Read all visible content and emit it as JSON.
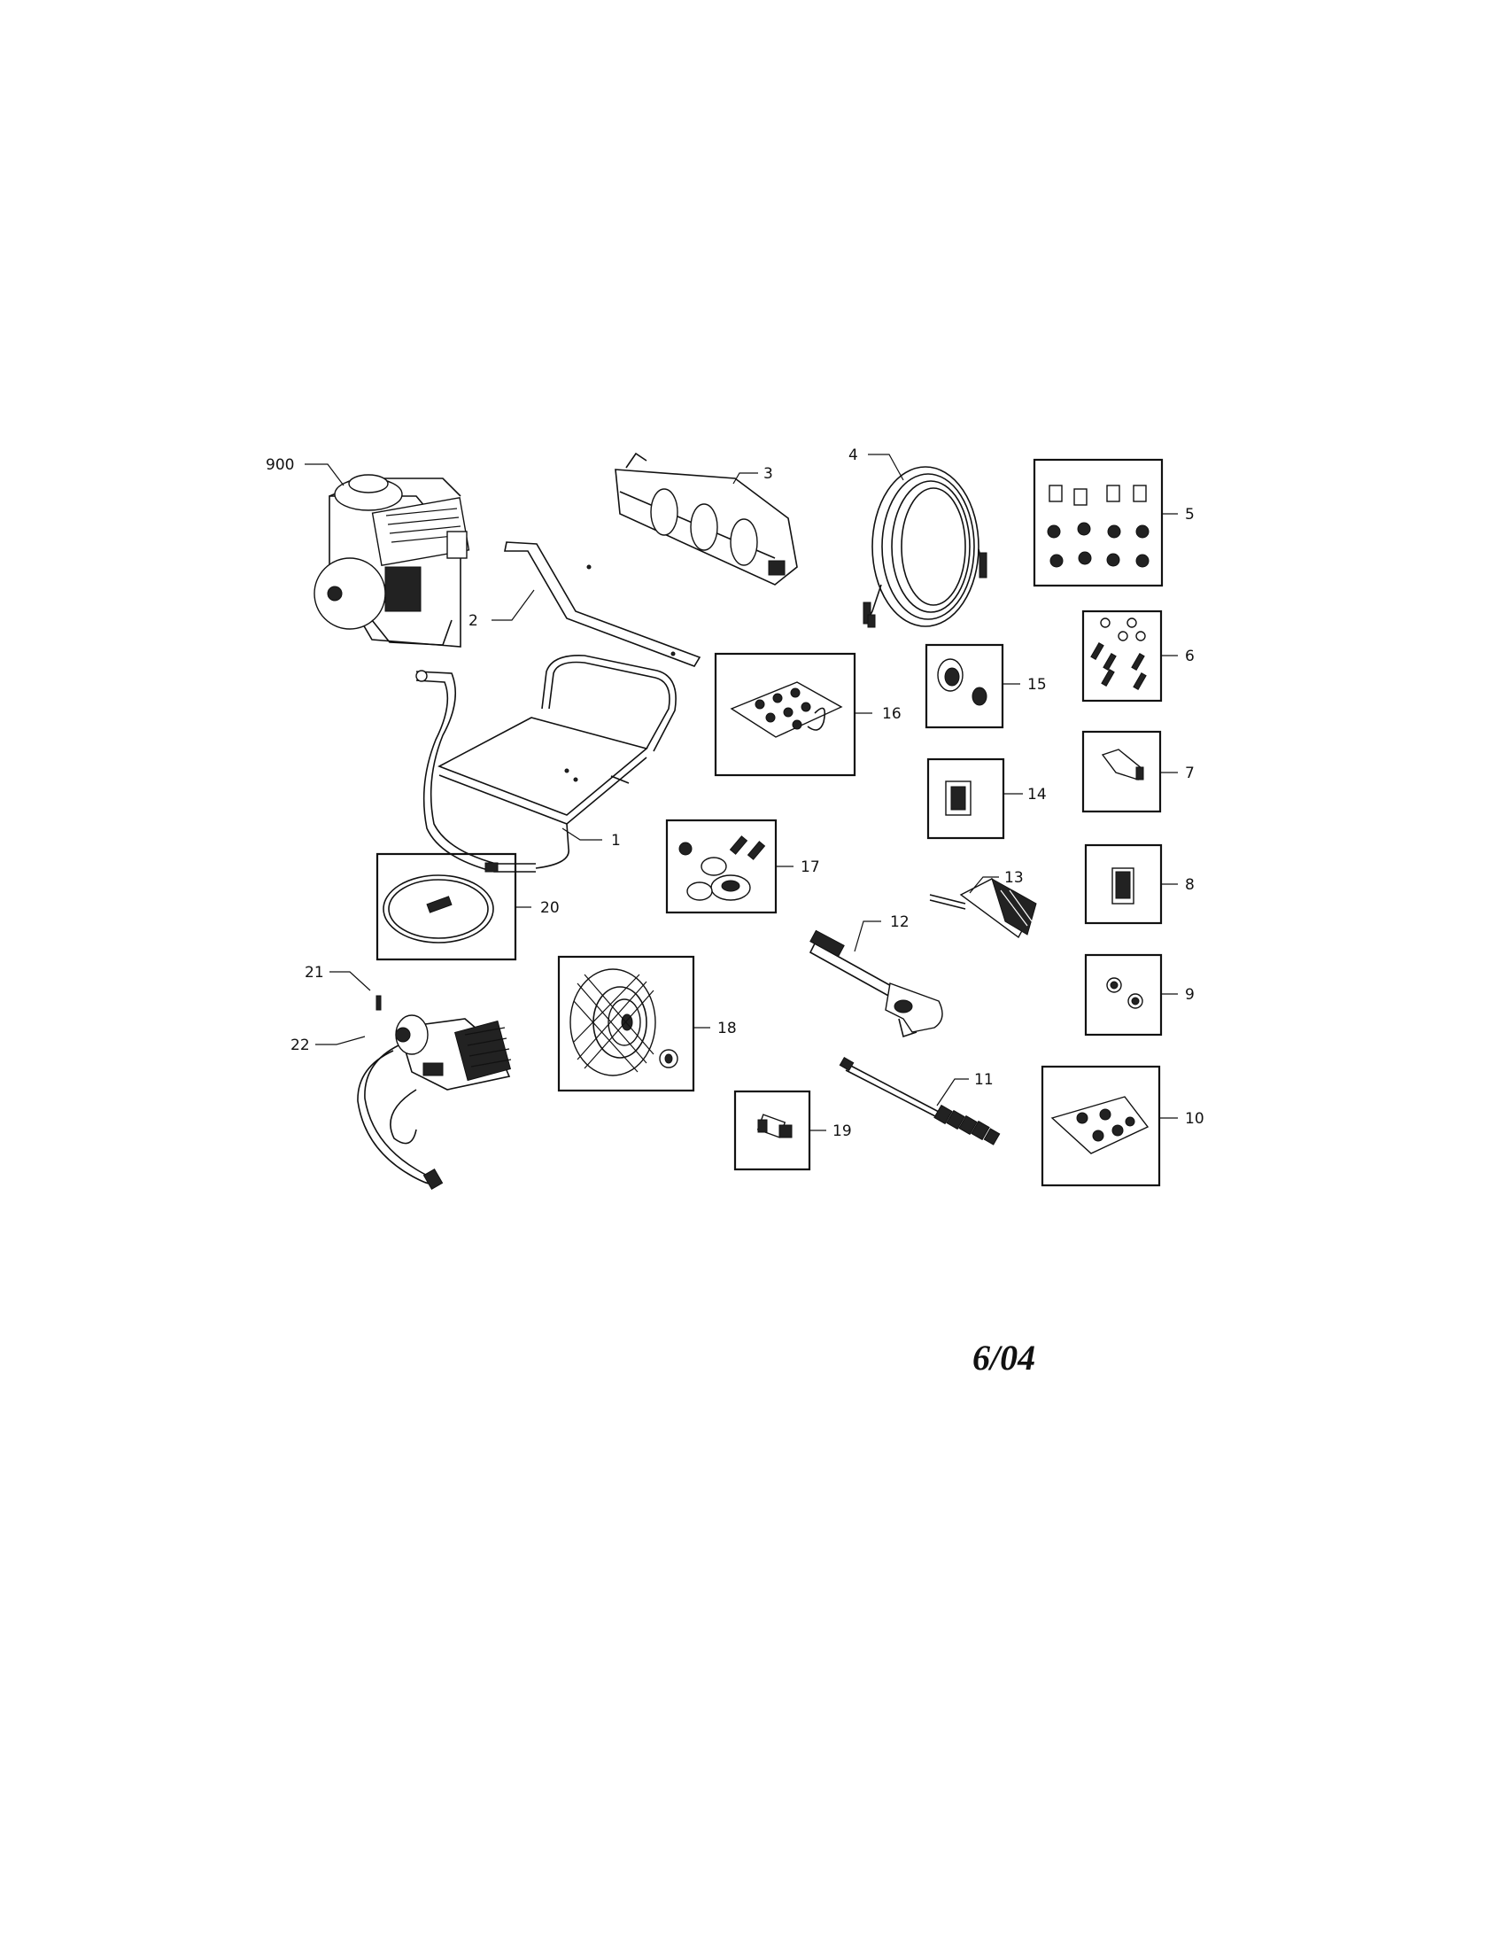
{
  "labels": {
    "p900": "900",
    "p1": "1",
    "p2": "2",
    "p3": "3",
    "p4": "4",
    "p5": "5",
    "p6": "6",
    "p7": "7",
    "p8": "8",
    "p9": "9",
    "p10": "10",
    "p11": "11",
    "p12": "12",
    "p13": "13",
    "p14": "14",
    "p15": "15",
    "p16": "16",
    "p17": "17",
    "p18": "18",
    "p19": "19",
    "p20": "20",
    "p21": "21",
    "p22": "22"
  },
  "revision_date": "6/04"
}
